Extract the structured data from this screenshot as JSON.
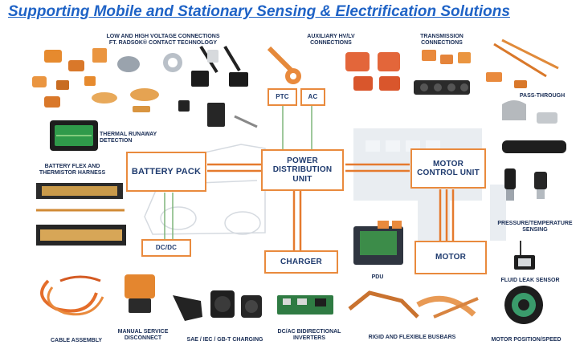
{
  "title": "Supporting Mobile and Stationary Sensing & Electrification Solutions",
  "colors": {
    "title": "#1f63c6",
    "box_border": "#e98a3d",
    "box_text": "#1e3a6e",
    "wire": "#e57a2e",
    "label_text": "#1a2e56"
  },
  "system_blocks": {
    "battery_pack": "BATTERY PACK",
    "power_distribution": "POWER\nDISTRIBUTION\nUNIT",
    "motor_control": "MOTOR\nCONTROL UNIT",
    "charger": "CHARGER",
    "motor": "MOTOR",
    "ptc": "PTC",
    "ac": "AC",
    "dcdc": "DC/DC"
  },
  "product_labels": {
    "low_high_voltage": "LOW AND HIGH VOLTAGE CONNECTIONS\nFT. RADSOK® CONTACT TECHNOLOGY",
    "auxiliary": "AUXILIARY HV/LV\nCONNECTIONS",
    "transmission": "TRANSMISSION\nCONNECTIONS",
    "pass_through": "PASS-THROUGH",
    "thermal_runaway": "THERMAL RUNAWAY\nDETECTION",
    "battery_flex": "BATTERY FLEX AND\nTHERMISTOR HARNESS",
    "pressure_temp": "PRESSURE/TEMPERATURE\nSENSING",
    "pdu": "PDU",
    "fluid_leak": "FLUID LEAK SENSOR",
    "cable_assembly": "CABLE ASSEMBLY",
    "manual_service": "MANUAL SERVICE\nDISCONNECT",
    "charging": "SAE / IEC / GB-T CHARGING",
    "inverters": "DC/AC BIDIRECTIONAL\nINVERTERS",
    "busbars": "RIGID AND FLEXIBLE BUSBARS",
    "motor_position": "MOTOR POSITION/SPEED"
  }
}
